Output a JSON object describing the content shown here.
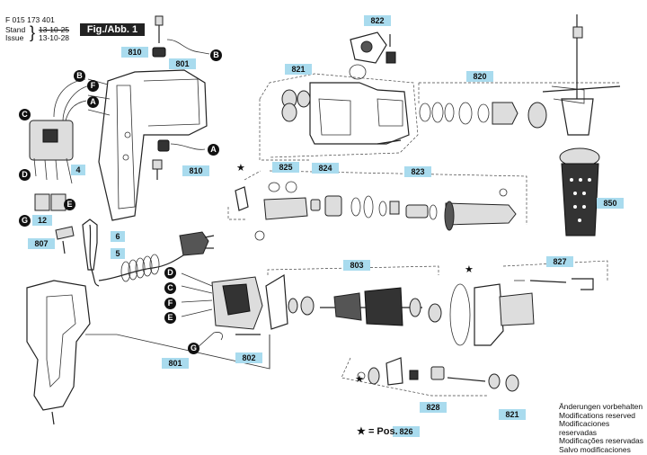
{
  "header": {
    "doc_number": "F 015 173 401",
    "stand_label": "Stand",
    "issue_label": "Issue",
    "stand_date_old": "13-10-25",
    "issue_date": "13-10-28",
    "figure_label": "Fig./Abb. 1"
  },
  "part_tags": {
    "t822": "822",
    "t810a": "810",
    "t801a": "801",
    "t821a": "821",
    "t820": "820",
    "t4": "4",
    "t810b": "810",
    "t825": "825",
    "t824": "824",
    "t823": "823",
    "t850": "850",
    "t12": "12",
    "t807": "807",
    "t6": "6",
    "t5": "5",
    "t803": "803",
    "t827": "827",
    "t801b": "801",
    "t802": "802",
    "t828": "828",
    "t821b": "821",
    "t826": "826"
  },
  "callouts": {
    "B1": "B",
    "B2": "B",
    "F1": "F",
    "A1": "A",
    "C1": "C",
    "D1": "D",
    "E1": "E",
    "G1": "G",
    "A2": "A",
    "D2": "D",
    "C2": "C",
    "F2": "F",
    "E2": "E",
    "G2": "G"
  },
  "legend": {
    "star": "★",
    "pos_text": "= Pos."
  },
  "footer_notes": [
    "Änderungen vorbehalten",
    "Modifications reserved",
    "Modificaciones reservadas",
    "Modificações reservadas",
    "Salvo modificaciones"
  ]
}
